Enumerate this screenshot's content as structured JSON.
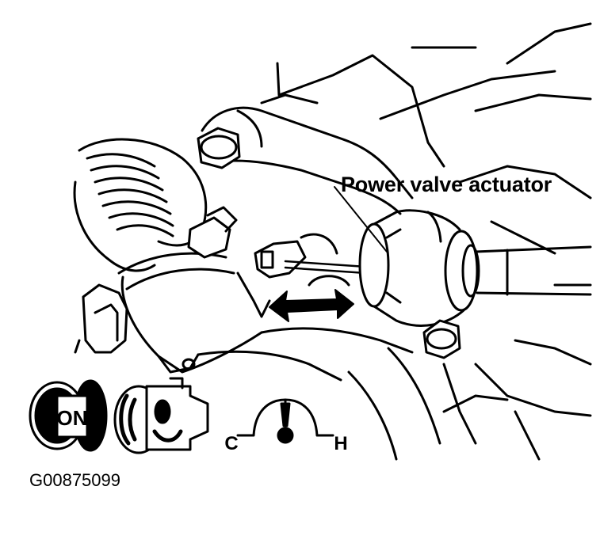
{
  "diagram": {
    "callout_label": "Power valve actuator",
    "figure_id": "G00875099",
    "key_label": "ON",
    "gauge_low": "C",
    "gauge_high": "H"
  },
  "colors": {
    "ink": "#000000",
    "paper": "#ffffff"
  }
}
